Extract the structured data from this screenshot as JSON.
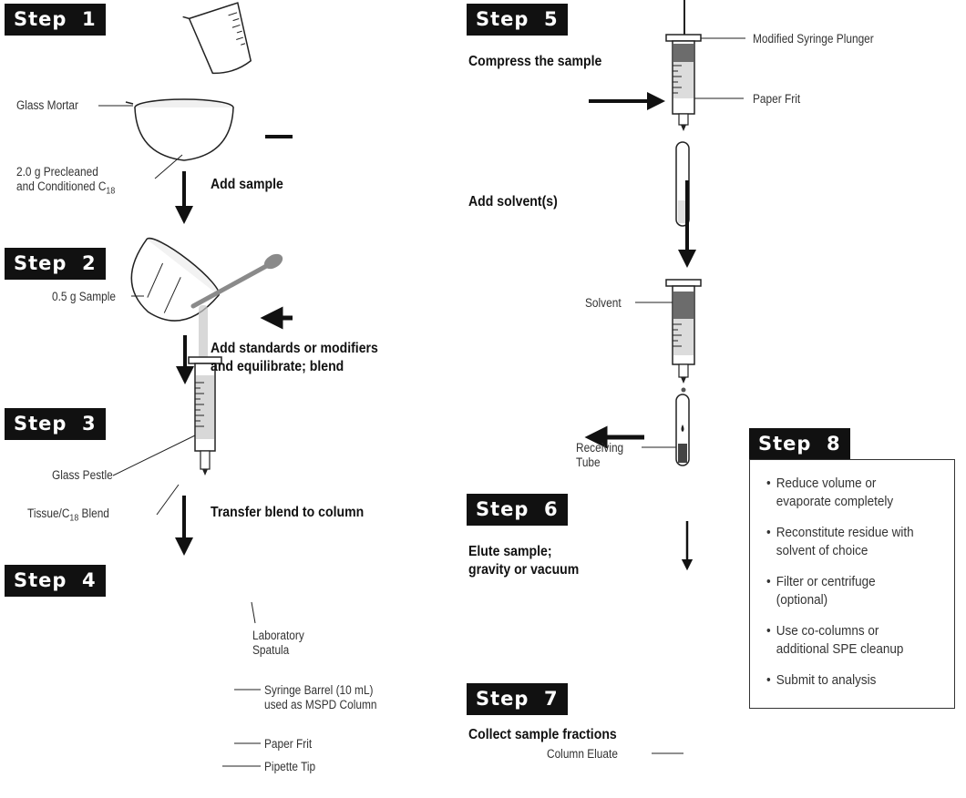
{
  "steps": {
    "s1": "Step  1",
    "s2": "Step  2",
    "s3": "Step  3",
    "s4": "Step  4",
    "s5": "Step  5",
    "s6": "Step  6",
    "s7": "Step  7",
    "s8": "Step  8"
  },
  "actions": {
    "add_sample": "Add sample",
    "add_standards": "Add standards or modifiers\nand equilibrate; blend",
    "transfer": "Transfer blend to column",
    "compress": "Compress the sample",
    "add_solvents": "Add solvent(s)",
    "elute": "Elute sample;\ngravity or vacuum",
    "collect": "Collect sample fractions"
  },
  "callouts": {
    "glass_mortar": "Glass Mortar",
    "c18_line1": "2.0 g Precleaned",
    "c18_line2_prefix": "and Conditioned C",
    "c18_sub": "18",
    "sample": "0.5 g Sample",
    "glass_pestle": "Glass Pestle",
    "tissue_prefix": "Tissue/C",
    "tissue_sub": "18",
    "tissue_suffix": " Blend",
    "lab_spatula": "Laboratory\nSpatula",
    "syringe_barrel": "Syringe Barrel (10 mL)\nused as MSPD Column",
    "paper_frit_left": "Paper Frit",
    "pipette_tip": "Pipette Tip",
    "modified_plunger": "Modified Syringe Plunger",
    "paper_frit_right": "Paper Frit",
    "solvent": "Solvent",
    "receiving_tube": "Receiving\nTube",
    "column_eluate": "Column Eluate"
  },
  "step8_items": [
    "Reduce volume or\nevaporate completely",
    "Reconstitute residue with\nsolvent of choice",
    "Filter or centrifuge\n(optional)",
    "Use co-columns or\nadditional SPE cleanup",
    "Submit to analysis"
  ]
}
